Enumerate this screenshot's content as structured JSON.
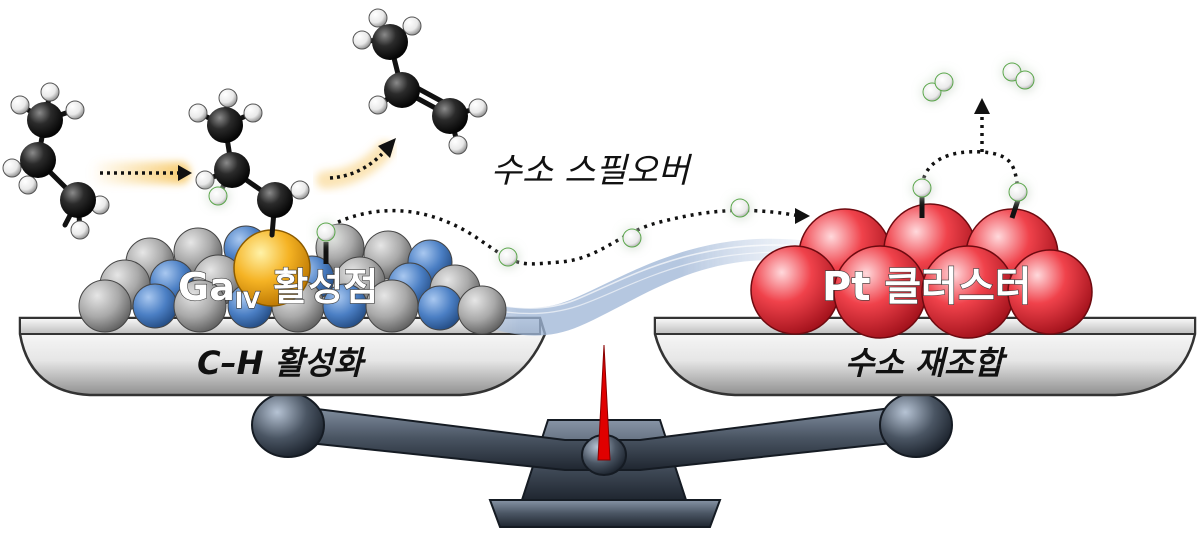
{
  "labels": {
    "left_site_prefix": "Ga",
    "left_site_sub": "IV",
    "left_site_suffix": " 활성점",
    "right_cluster": "Pt 클러스터",
    "left_pan": "C–H 활성화",
    "right_pan": "수소 재조합",
    "spillover": "수소 스필오버"
  },
  "colors": {
    "carbon": "#2b2b2b",
    "hydrogen": "#f2f2f2",
    "ga_site": "#f5b324",
    "pt_cluster": "#e8303a",
    "support_gray": "#a9a9a9",
    "support_blue": "#4b7fc4",
    "flow_arrow": "#f6c45a",
    "hydrogen_glow": "#8fe07a",
    "needle": "#e00000",
    "scale_metal": "#4a5563",
    "stream": "#9fb6d6"
  },
  "icons": {
    "molecules": [
      "propane-molecule-icon",
      "adsorbed-propyl-molecule-icon",
      "propylene-molecule-icon",
      "hydrogen-molecule-icon"
    ],
    "arrows": [
      "reaction-arrow-icon",
      "spillover-path-arrow-icon",
      "desorption-arrow-icon"
    ]
  }
}
